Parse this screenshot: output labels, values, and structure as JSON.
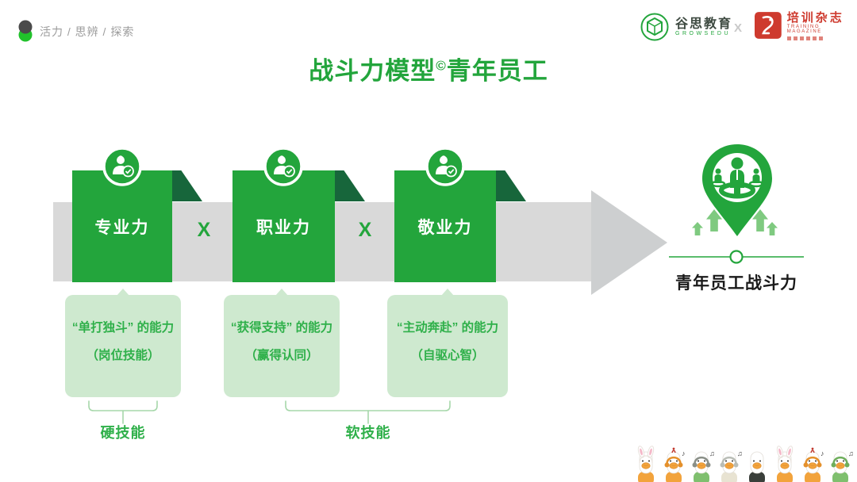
{
  "header": {
    "tagline": "活力 / 思辨 / 探索",
    "growsedu": {
      "name": "谷思教育",
      "subtitle": "GROWSEDU"
    },
    "separator": "X",
    "training": {
      "name": "培训杂志",
      "subtitle": "TRAINING MAGAZINE"
    }
  },
  "title": {
    "part1": "战斗力模型",
    "copyright": "©",
    "part2": "青年员工"
  },
  "diagram": {
    "multiplier": "X",
    "boxes": [
      {
        "label": "专业力",
        "callout": {
          "line1": "“单打独斗” 的能力",
          "line2": "（岗位技能）"
        }
      },
      {
        "label": "职业力",
        "callout": {
          "line1": "“获得支持” 的能力",
          "line2": "（赢得认同）"
        }
      },
      {
        "label": "敬业力",
        "callout": {
          "line1": "“主动奔赴” 的能力",
          "line2": "（自驱心智）"
        }
      }
    ],
    "groups": {
      "hard": "硬技能",
      "soft": "软技能"
    },
    "result": "青年员工战斗力"
  },
  "colors": {
    "primary": "#23A53C",
    "dark_green": "#17663B",
    "light_green": "#CEE9CF",
    "text_green": "#2FB04A",
    "bracket_green": "#A6D7AA",
    "band_gray": "#D9D9D9",
    "arrow_gray": "#CDCFD0",
    "light_arrow": "#7FCA80",
    "red": "#CE3A2E",
    "tagline_gray": "#9C9C9C"
  },
  "ducks": [
    {
      "accessory": "bunny-hood",
      "accent": "#F4B8C8",
      "body": "#F2A33C",
      "topknot": false,
      "note": ""
    },
    {
      "accessory": "headphones",
      "accent": "#E4902B",
      "body": "#F2A33C",
      "topknot": true,
      "note": "♪"
    },
    {
      "accessory": "headphones",
      "accent": "#8A8F87",
      "body": "#7FBF6E",
      "topknot": false,
      "note": "♫"
    },
    {
      "accessory": "headphones",
      "accent": "#B9BDB6",
      "body": "#E8E3D2",
      "topknot": false,
      "note": "♫"
    },
    {
      "accessory": "none",
      "accent": "",
      "body": "#3A3F3A",
      "topknot": false,
      "note": ""
    },
    {
      "accessory": "bunny-hood",
      "accent": "#F4B8C8",
      "body": "#F2A33C",
      "topknot": false,
      "note": ""
    },
    {
      "accessory": "headphones",
      "accent": "#E4902B",
      "body": "#F2A33C",
      "topknot": true,
      "note": "♪"
    },
    {
      "accessory": "headphones",
      "accent": "#6FAE5C",
      "body": "#7FBF6E",
      "topknot": false,
      "note": "♫"
    }
  ]
}
